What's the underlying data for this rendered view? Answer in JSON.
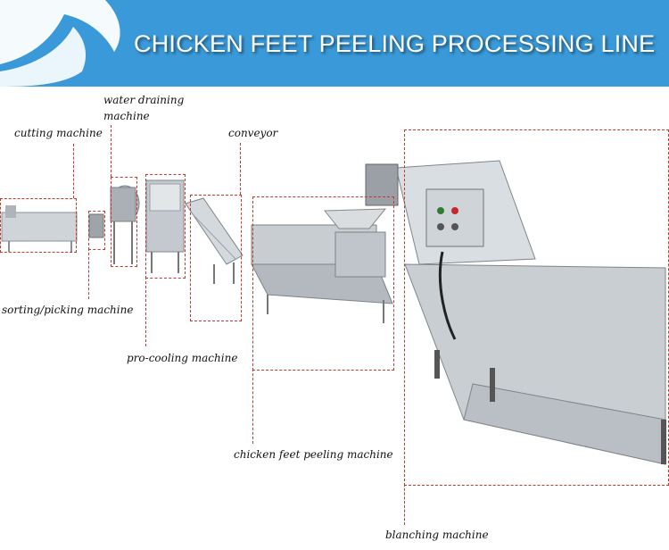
{
  "header": {
    "title": "CHICKEN FEET PEELING PROCESSING LINE"
  },
  "callouts": {
    "cutting": "cutting machine",
    "draining_line1": "water draining",
    "draining_line2": "machine",
    "conveyor": "conveyor",
    "sorting": "sorting/picking machine",
    "precooling": "pro-cooling machine",
    "peeling": "chicken feet peeling machine",
    "blanching": "blanching  machine"
  },
  "colors": {
    "banner": "#3a9ad9",
    "callout_line": "#c0392b",
    "steel": "#b9bfc4"
  }
}
